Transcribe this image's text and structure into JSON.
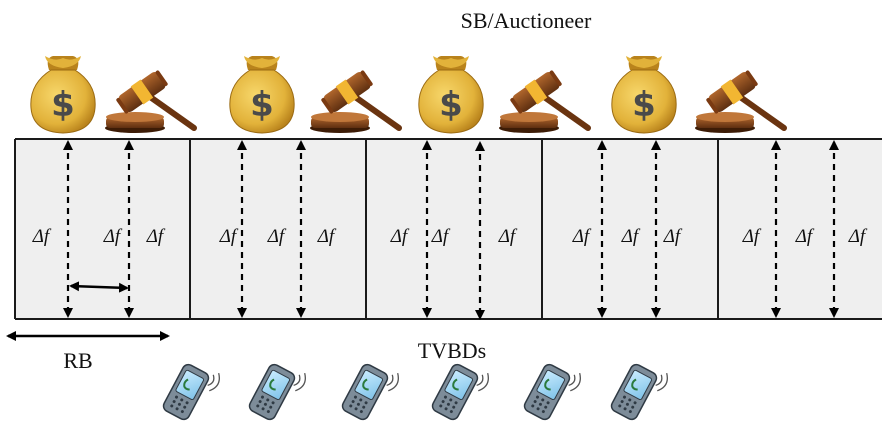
{
  "top_label": "SB/Auctioneer",
  "bottom_label": "TVBDs",
  "rb_label": "RB",
  "delta_label": "Δf",
  "colors": {
    "band_fill": "#efefef",
    "band_stroke": "#1a1a1a",
    "arrow": "#000000",
    "bag": "#e2b23a",
    "bag_dark": "#b9831c",
    "gavel": "#8a4a1c",
    "gavel_band": "#f2b632",
    "phone_body": "#7d8c99",
    "phone_screen": "#9fd4f0"
  },
  "icons": {
    "money_bag": "money-bag-icon",
    "gavel": "gavel-icon",
    "phone": "mobile-phone-icon"
  },
  "resource_blocks": [
    {
      "delta_labels": [
        "Δf",
        "Δf",
        "Δf"
      ]
    },
    {
      "delta_labels": [
        "Δf",
        "Δf",
        "Δf"
      ]
    },
    {
      "delta_labels": [
        "Δf",
        "Δf",
        "Δf"
      ]
    },
    {
      "delta_labels": [
        "Δf",
        "Δf",
        "Δf"
      ]
    },
    {
      "delta_labels": [
        "Δf",
        "Δf",
        "Δf"
      ]
    }
  ],
  "auction_items_count": 4,
  "devices_count": 6
}
